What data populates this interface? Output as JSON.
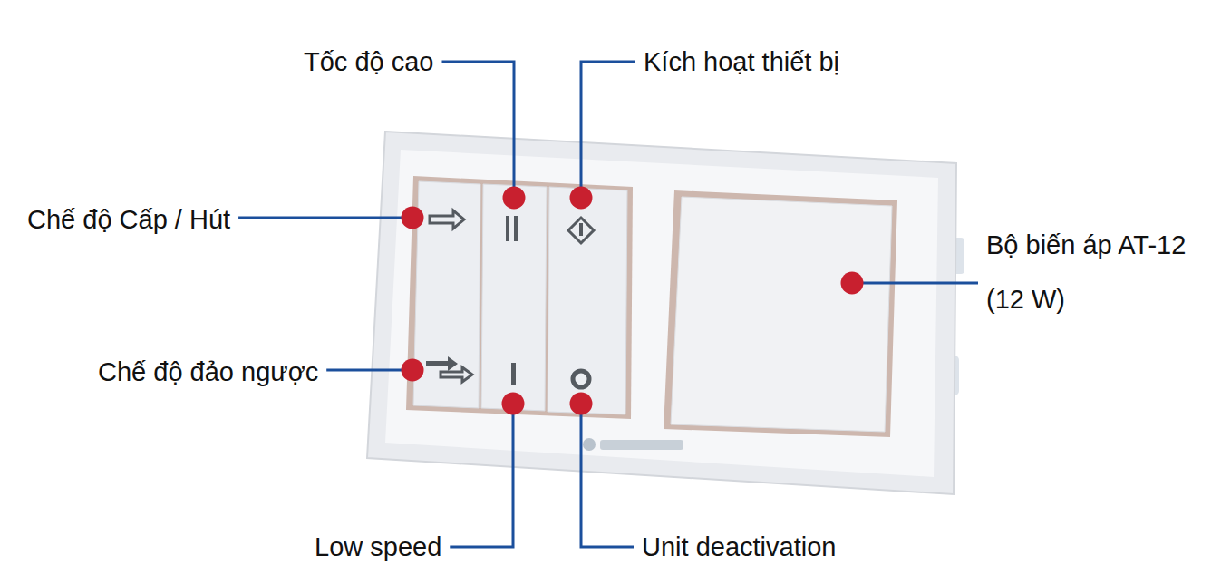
{
  "diagram": {
    "labels": [
      "Tốc độ cao",
      "Kích hoạt thiết bị",
      "Chế độ Cấp / Hút",
      "Bộ biến áp AT-12 (12 W)",
      "Chế độ đảo ngược",
      "Low speed",
      "Unit deactivation"
    ]
  }
}
